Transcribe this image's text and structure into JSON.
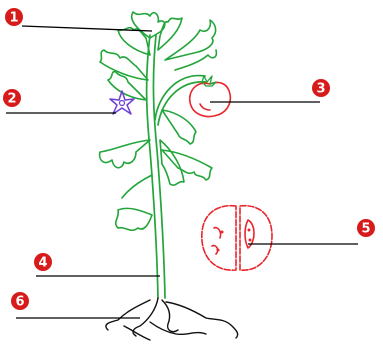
{
  "labels": [
    "1",
    "2",
    "3",
    "4",
    "5",
    "6"
  ],
  "colors": {
    "plant": "#22a53a",
    "tomato": "#e8262b",
    "flower": "#6b3fd1",
    "marker": "#d71a1a",
    "line": "#000000"
  },
  "icons": [
    "plant-drawing",
    "flower-icon",
    "tomato-icon",
    "tomato-section-icon",
    "roots-icon"
  ]
}
